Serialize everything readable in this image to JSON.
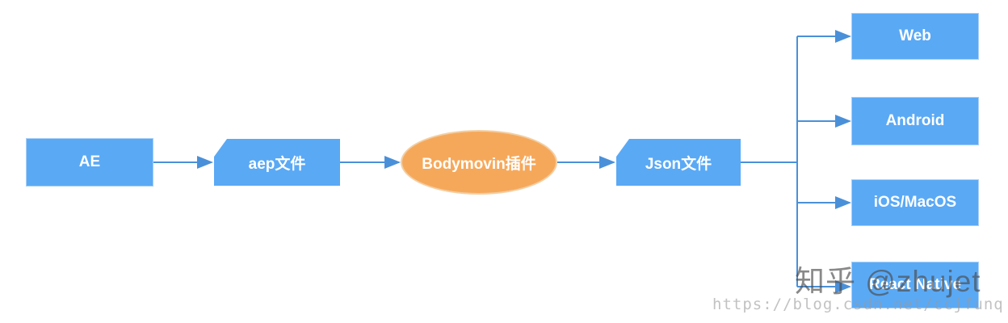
{
  "diagram": {
    "nodes": {
      "ae": "AE",
      "aep": "aep文件",
      "bodymovin": "Bodymovin插件",
      "json": "Json文件",
      "web": "Web",
      "android": "Android",
      "ios": "iOS/MacOS",
      "react_native": "React Native"
    },
    "colors": {
      "node_fill": "#5aa9f5",
      "plugin_fill": "#f6a85a",
      "connector": "#4a90d9"
    }
  },
  "watermarks": {
    "zhihu": "知乎 @zhujet",
    "url": "https://blog.csdn.net/ccjfunq"
  }
}
